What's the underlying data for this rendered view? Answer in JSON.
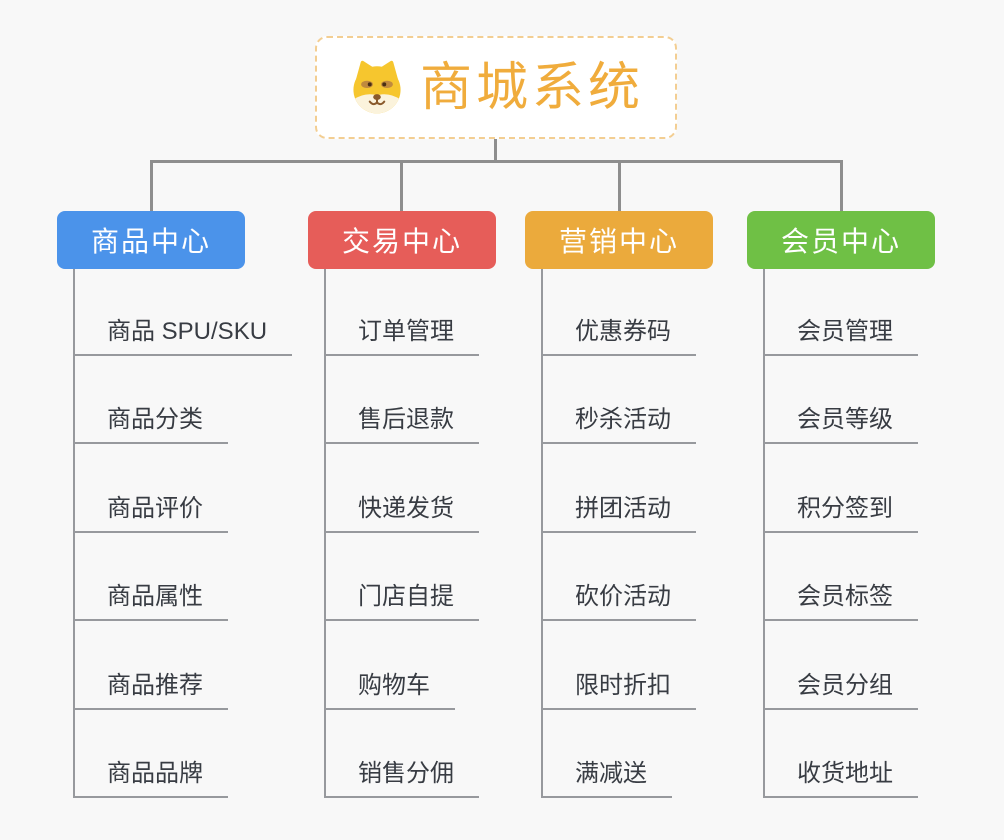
{
  "root": {
    "title": "商城系统",
    "icon": "doge-face-icon"
  },
  "branches": [
    {
      "label": "商品中心",
      "color": "#4B93EA",
      "items": [
        "商品 SPU/SKU",
        "商品分类",
        "商品评价",
        "商品属性",
        "商品推荐",
        "商品品牌"
      ]
    },
    {
      "label": "交易中心",
      "color": "#E65D59",
      "items": [
        "订单管理",
        "售后退款",
        "快递发货",
        "门店自提",
        "购物车",
        "销售分佣"
      ]
    },
    {
      "label": "营销中心",
      "color": "#EBAA3C",
      "items": [
        "优惠券码",
        "秒杀活动",
        "拼团活动",
        "砍价活动",
        "限时折扣",
        "满减送"
      ]
    },
    {
      "label": "会员中心",
      "color": "#6FC045",
      "items": [
        "会员管理",
        "会员等级",
        "积分签到",
        "会员标签",
        "会员分组",
        "收货地址"
      ]
    }
  ],
  "colors": {
    "background": "#F8F8F8",
    "connector": "#8E8E8E",
    "item_line": "#97999D",
    "item_text": "#383C43",
    "root_text": "#F0AC3C",
    "root_border": "#F3CE92"
  }
}
